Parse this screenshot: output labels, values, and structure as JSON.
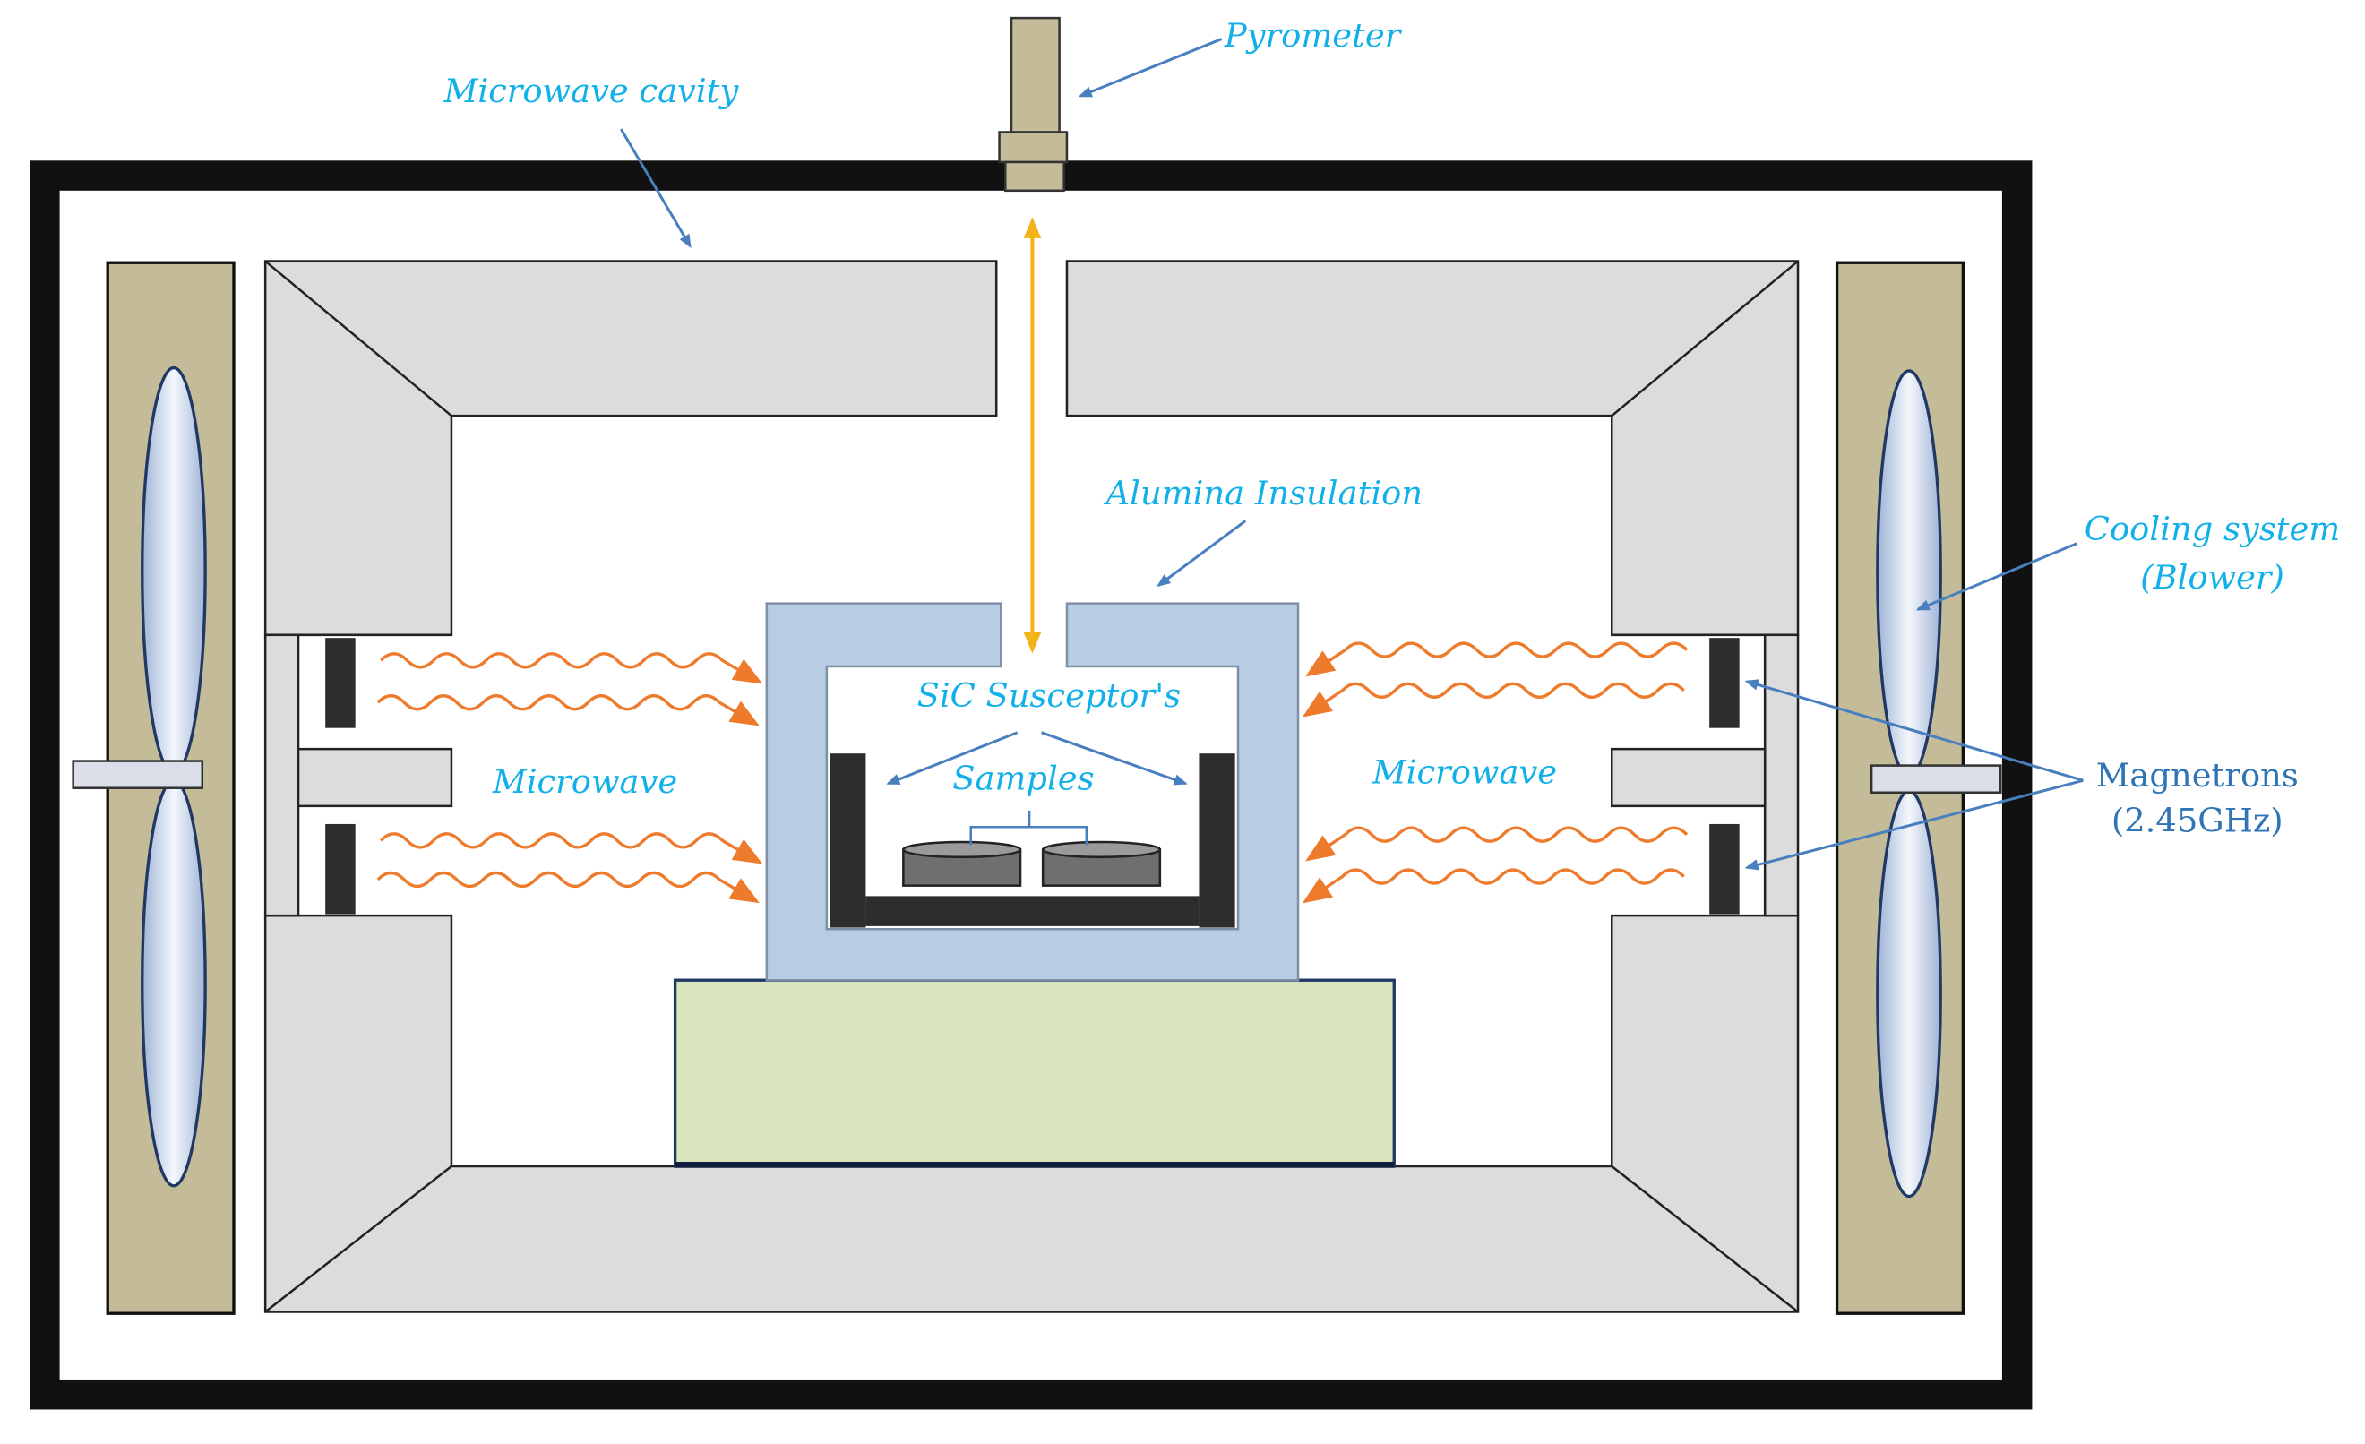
{
  "labels": {
    "pyrometer": "Pyrometer",
    "microwave_cavity": "Microwave cavity",
    "alumina_insulation": "Alumina Insulation",
    "cooling_system_line1": "Cooling system",
    "cooling_system_line2": "(Blower)",
    "sic_susceptors": "SiC Susceptor's",
    "samples": "Samples",
    "microwave_left": "Microwave",
    "microwave_right": "Microwave",
    "magnetrons_line1": "Magnetrons",
    "magnetrons_line2": "(2.45GHz)"
  },
  "colors": {
    "label_blue": "#12b0e8",
    "callout_arrow": "#4a7fbf",
    "wave_orange": "#ee7a2c",
    "pyrometer_beam": "#f3b41a",
    "outer_frame": "#111111",
    "cavity_wall": "#dcdcdc",
    "insulation": "#b8cce4",
    "base_block": "#d8e4bc",
    "blower_panel": "#c4bc98",
    "pyrometer_body": "#c4bc98",
    "dark_parts": "#2d2d2d",
    "sample_disc": "#6f6f6f"
  },
  "icons": [
    "blower-fan-icon",
    "magnetron-icon",
    "pyrometer-icon",
    "wave-arrow-icon",
    "sample-disc-icon"
  ]
}
